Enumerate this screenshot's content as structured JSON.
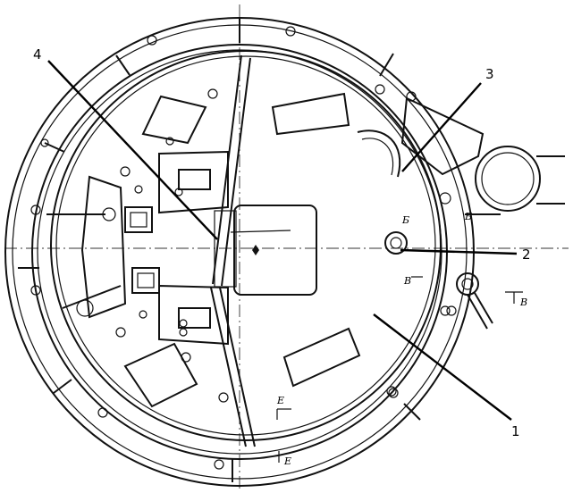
{
  "callouts": [
    {
      "id": "1",
      "text": "1"
    },
    {
      "id": "2",
      "text": "2"
    },
    {
      "id": "3",
      "text": "3"
    },
    {
      "id": "4",
      "text": "4"
    }
  ],
  "section_marks": {
    "b_upper_left": "Б",
    "b_right": "Б",
    "v_left": "В",
    "v_right": "В",
    "e_lower": "Е",
    "e_bottom": "Е"
  },
  "colors": {
    "ink": "#111111",
    "paper": "#ffffff"
  }
}
